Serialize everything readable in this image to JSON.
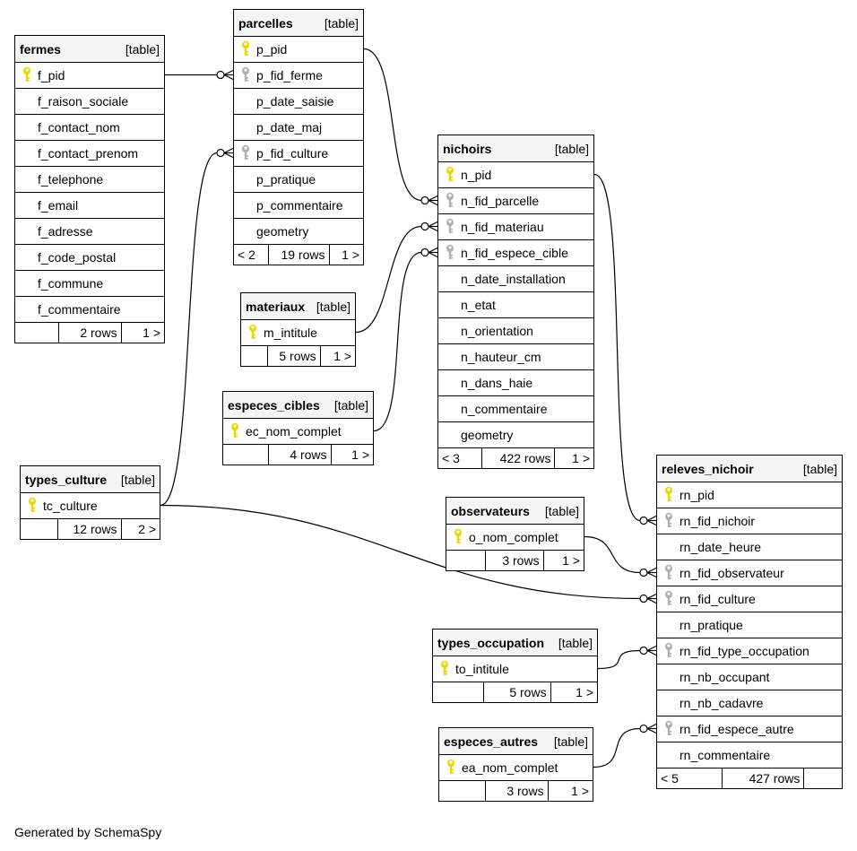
{
  "tag": "[table]",
  "credit": "Generated by SchemaSpy",
  "tables": [
    {
      "name": "fermes",
      "rows_label": "2 rows",
      "prev": "",
      "next": "1 >",
      "columns": [
        {
          "name": "f_pid",
          "key": "pk"
        },
        {
          "name": "f_raison_sociale",
          "key": ""
        },
        {
          "name": "f_contact_nom",
          "key": ""
        },
        {
          "name": "f_contact_prenom",
          "key": ""
        },
        {
          "name": "f_telephone",
          "key": ""
        },
        {
          "name": "f_email",
          "key": ""
        },
        {
          "name": "f_adresse",
          "key": ""
        },
        {
          "name": "f_code_postal",
          "key": ""
        },
        {
          "name": "f_commune",
          "key": ""
        },
        {
          "name": "f_commentaire",
          "key": ""
        }
      ]
    },
    {
      "name": "parcelles",
      "rows_label": "19 rows",
      "prev": "< 2",
      "next": "1 >",
      "columns": [
        {
          "name": "p_pid",
          "key": "pk"
        },
        {
          "name": "p_fid_ferme",
          "key": "fk"
        },
        {
          "name": "p_date_saisie",
          "key": ""
        },
        {
          "name": "p_date_maj",
          "key": ""
        },
        {
          "name": "p_fid_culture",
          "key": "fk"
        },
        {
          "name": "p_pratique",
          "key": ""
        },
        {
          "name": "p_commentaire",
          "key": ""
        },
        {
          "name": "geometry",
          "key": ""
        }
      ]
    },
    {
      "name": "nichoirs",
      "rows_label": "422 rows",
      "prev": "< 3",
      "next": "1 >",
      "columns": [
        {
          "name": "n_pid",
          "key": "pk"
        },
        {
          "name": "n_fid_parcelle",
          "key": "fk"
        },
        {
          "name": "n_fid_materiau",
          "key": "fk"
        },
        {
          "name": "n_fid_espece_cible",
          "key": "fk"
        },
        {
          "name": "n_date_installation",
          "key": ""
        },
        {
          "name": "n_etat",
          "key": ""
        },
        {
          "name": "n_orientation",
          "key": ""
        },
        {
          "name": "n_hauteur_cm",
          "key": ""
        },
        {
          "name": "n_dans_haie",
          "key": ""
        },
        {
          "name": "n_commentaire",
          "key": ""
        },
        {
          "name": "geometry",
          "key": ""
        }
      ]
    },
    {
      "name": "materiaux",
      "rows_label": "5 rows",
      "prev": "",
      "next": "1 >",
      "columns": [
        {
          "name": "m_intitule",
          "key": "pk"
        }
      ]
    },
    {
      "name": "especes_cibles",
      "rows_label": "4 rows",
      "prev": "",
      "next": "1 >",
      "columns": [
        {
          "name": "ec_nom_complet",
          "key": "pk"
        }
      ]
    },
    {
      "name": "types_culture",
      "rows_label": "12 rows",
      "prev": "",
      "next": "2 >",
      "columns": [
        {
          "name": "tc_culture",
          "key": "pk"
        }
      ]
    },
    {
      "name": "observateurs",
      "rows_label": "3 rows",
      "prev": "",
      "next": "1 >",
      "columns": [
        {
          "name": "o_nom_complet",
          "key": "pk"
        }
      ]
    },
    {
      "name": "types_occupation",
      "rows_label": "5 rows",
      "prev": "",
      "next": "1 >",
      "columns": [
        {
          "name": "to_intitule",
          "key": "pk"
        }
      ]
    },
    {
      "name": "especes_autres",
      "rows_label": "3 rows",
      "prev": "",
      "next": "1 >",
      "columns": [
        {
          "name": "ea_nom_complet",
          "key": "pk"
        }
      ]
    },
    {
      "name": "releves_nichoir",
      "rows_label": "427 rows",
      "prev": "< 5",
      "next": "",
      "columns": [
        {
          "name": "rn_pid",
          "key": "pk"
        },
        {
          "name": "rn_fid_nichoir",
          "key": "fk"
        },
        {
          "name": "rn_date_heure",
          "key": ""
        },
        {
          "name": "rn_fid_observateur",
          "key": "fk"
        },
        {
          "name": "rn_fid_culture",
          "key": "fk"
        },
        {
          "name": "rn_pratique",
          "key": ""
        },
        {
          "name": "rn_fid_type_occupation",
          "key": "fk"
        },
        {
          "name": "rn_nb_occupant",
          "key": ""
        },
        {
          "name": "rn_nb_cadavre",
          "key": ""
        },
        {
          "name": "rn_fid_espece_autre",
          "key": "fk"
        },
        {
          "name": "rn_commentaire",
          "key": ""
        }
      ]
    }
  ],
  "relationships": [
    {
      "from": "parcelles.p_fid_ferme",
      "to": "fermes.f_pid"
    },
    {
      "from": "parcelles.p_fid_culture",
      "to": "types_culture.tc_culture"
    },
    {
      "from": "nichoirs.n_fid_parcelle",
      "to": "parcelles.p_pid"
    },
    {
      "from": "nichoirs.n_fid_materiau",
      "to": "materiaux.m_intitule"
    },
    {
      "from": "nichoirs.n_fid_espece_cible",
      "to": "especes_cibles.ec_nom_complet"
    },
    {
      "from": "releves_nichoir.rn_fid_nichoir",
      "to": "nichoirs.n_pid"
    },
    {
      "from": "releves_nichoir.rn_fid_observateur",
      "to": "observateurs.o_nom_complet"
    },
    {
      "from": "releves_nichoir.rn_fid_culture",
      "to": "types_culture.tc_culture"
    },
    {
      "from": "releves_nichoir.rn_fid_type_occupation",
      "to": "types_occupation.to_intitule"
    },
    {
      "from": "releves_nichoir.rn_fid_espece_autre",
      "to": "especes_autres.ea_nom_complet"
    }
  ],
  "colors": {
    "pk_key": "#e8d800",
    "fk_key": "#b0b0b0",
    "line": "#000000",
    "header_bg": "#f4f4f4"
  }
}
